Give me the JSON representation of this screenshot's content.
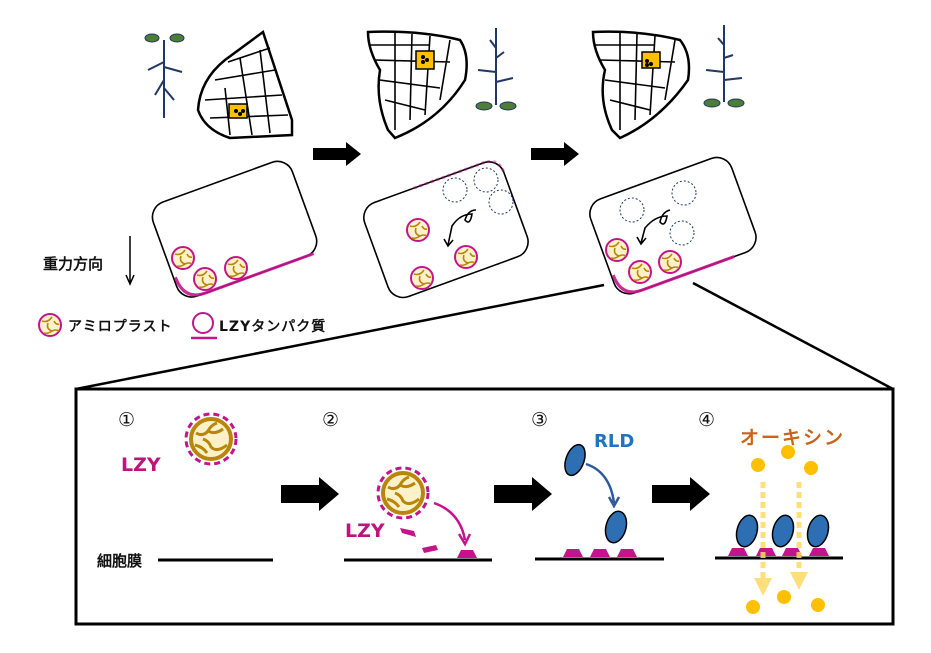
{
  "title": "LZY-RLD gravity signaling in root columella cells",
  "colors": {
    "lzy": "#c0127a",
    "lzy_membrane": "#c4148c",
    "amyloplast_fill": "#fdf1c9",
    "amyloplast_stroke": "#b8860b",
    "rld": "#2e6fb4",
    "rld_label": "#1f73c2",
    "auxin_label": "#c8641c",
    "auxin": "#ffc000",
    "auxin_arrow": "#ffd966",
    "statocyte": "#ffc000",
    "plant_stem": "#1f3864",
    "plant_leaf": "#4e7d36"
  },
  "top_panel": {
    "stages": [
      {
        "id": "initial",
        "root_orientation": "vertical"
      },
      {
        "id": "rotated",
        "root_orientation": "inverted"
      },
      {
        "id": "resettled",
        "root_orientation": "inverted"
      }
    ],
    "gravity_label": "重力方向",
    "legend": {
      "amyloplast": "アミロプラスト",
      "lzy_protein": "LZYタンパク質"
    }
  },
  "detail_panel": {
    "membrane_label": "細胞膜",
    "steps": [
      {
        "number": "①",
        "label": "LZY"
      },
      {
        "number": "②",
        "label": "LZY"
      },
      {
        "number": "③",
        "label": "RLD"
      },
      {
        "number": "④",
        "label": "オーキシン"
      }
    ]
  }
}
